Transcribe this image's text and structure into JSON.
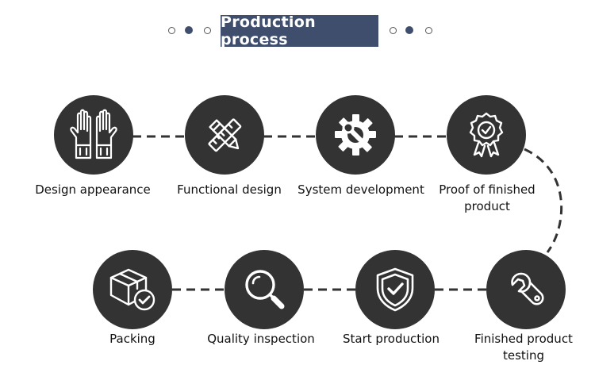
{
  "header": {
    "title": "Production process"
  },
  "steps": [
    {
      "label": "Design appearance",
      "icon": "gloves-icon"
    },
    {
      "label": "Functional design",
      "icon": "pencil-ruler-icon"
    },
    {
      "label": "System development",
      "icon": "gear-wrench-icon"
    },
    {
      "label": "Proof of finished product",
      "icon": "award-badge-icon"
    },
    {
      "label": "Finished product testing",
      "icon": "wrench-icon"
    },
    {
      "label": "Start production",
      "icon": "shield-check-icon"
    },
    {
      "label": "Quality inspection",
      "icon": "magnifier-icon"
    },
    {
      "label": "Packing",
      "icon": "box-check-icon"
    }
  ],
  "colors": {
    "title_bg": "#3f4e6d",
    "circle": "#333333",
    "accent_dot": "#3f4e6d"
  }
}
